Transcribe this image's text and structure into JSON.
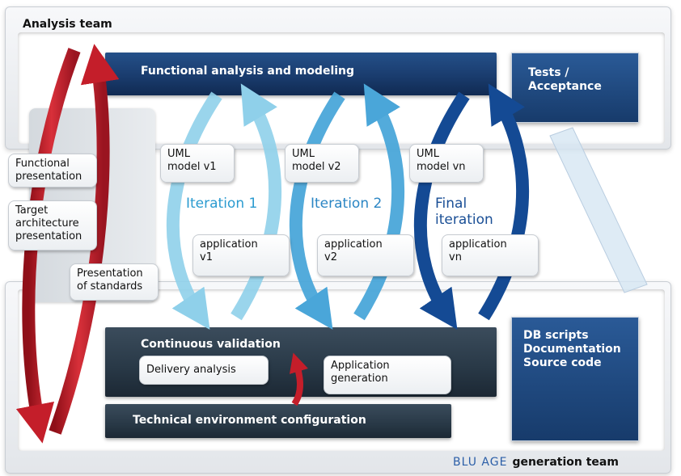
{
  "analysis_team": {
    "label": "Analysis team"
  },
  "generation_team": {
    "brand": "BLU AGE",
    "label": "generation team"
  },
  "bars": {
    "functional_analysis": "Functional analysis and modeling",
    "continuous_validation": "Continuous validation",
    "technical_env": "Technical environment configuration"
  },
  "side_boxes": {
    "tests": "Tests / Acceptance",
    "deliverables": [
      "DB scripts",
      "Documentation",
      "Source code"
    ]
  },
  "presentations": {
    "functional": [
      "Functional",
      "presentation"
    ],
    "architecture": [
      "Target",
      "architecture",
      "presentation"
    ],
    "standards": [
      "Presentation",
      "of standards"
    ]
  },
  "iterations": [
    {
      "model": [
        "UML",
        "model v1"
      ],
      "label": [
        "Iteration 1"
      ],
      "app": [
        "application",
        "v1"
      ],
      "color": "#2b9bd0"
    },
    {
      "model": [
        "UML",
        "model v2"
      ],
      "label": [
        "Iteration 2"
      ],
      "app": [
        "application",
        "v2"
      ],
      "color": "#2b86c4"
    },
    {
      "model": [
        "UML",
        "model vn"
      ],
      "label": [
        "Final",
        "iteration"
      ],
      "app": [
        "application",
        "vn"
      ],
      "color": "#1a4f96"
    }
  ],
  "validation": {
    "delivery": "Delivery analysis",
    "app_generation": [
      "Application",
      "generation"
    ]
  },
  "colors": {
    "red_arrow": "#c41e2a",
    "iter1_arrow": "#8fd0ea",
    "iter2_arrow": "#4aa6d9",
    "iter3_arrow": "#144a94"
  }
}
